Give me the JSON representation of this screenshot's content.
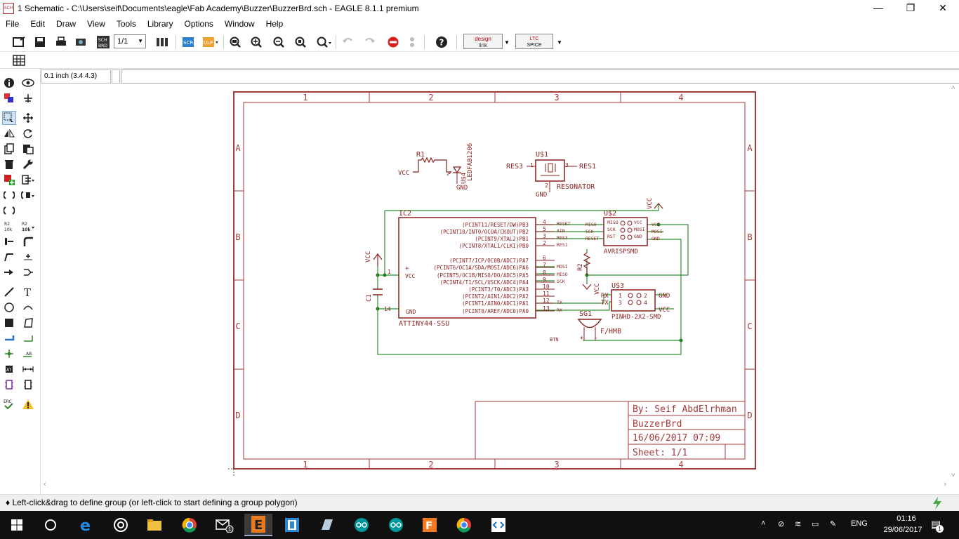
{
  "window": {
    "title": "1 Schematic - C:\\Users\\seif\\Documents\\eagle\\Fab Academy\\Buzzer\\BuzzerBrd.sch - EAGLE 8.1.1 premium",
    "app_icon": "SCH",
    "minimize_glyph": "—",
    "restore_glyph": "❐",
    "close_glyph": "✕"
  },
  "menu": [
    "File",
    "Edit",
    "Draw",
    "View",
    "Tools",
    "Library",
    "Options",
    "Window",
    "Help"
  ],
  "toolbar": {
    "sheet_select": "1/1",
    "designlink_label_1": "design",
    "designlink_label_2": "link",
    "ltspice_label_1": "LTC",
    "ltspice_label_2": "SPICE"
  },
  "command": {
    "coordinates": "0.1 inch (3.4 4.3)",
    "input_value": ""
  },
  "schematic": {
    "frame_cols": [
      "1",
      "2",
      "3",
      "4"
    ],
    "frame_rows": [
      "A",
      "B",
      "C",
      "D"
    ],
    "titleblock": {
      "author": "By: Seif AbdElrhman",
      "design": "BuzzerBrd",
      "date": "16/06/2017 07:09",
      "sheet": "Sheet: 1/1"
    },
    "r1": {
      "name": "R1",
      "vcc": "VCC"
    },
    "led": {
      "name": "U$4",
      "part": "LEDFAB1206",
      "gnd": "GND"
    },
    "resonator": {
      "name": "U$1",
      "label": "RESONATOR",
      "pin1": "1",
      "pin3": "3",
      "pin2": "2",
      "res3": "RES3",
      "res1": "RES1",
      "gnd": "GND"
    },
    "ic2": {
      "name": "IC2",
      "part": "ATTINY44-SSU",
      "vcc": "VCC",
      "gnd": "GND",
      "pin_vcc": "1",
      "pin_gnd": "14",
      "pins": [
        {
          "label": "(PCINT11/RESET/DW)PB3",
          "num": "4",
          "net": "RESET"
        },
        {
          "label": "(PCINT10/INT0/OC0A/CKOUT)PB2",
          "num": "5",
          "net": "AIN"
        },
        {
          "label": "(PCINT9/XTAL2)PB1",
          "num": "3",
          "net": "RES3"
        },
        {
          "label": "(PCINT8/XTAL1/CLKI)PB0",
          "num": "2",
          "net": "RES1"
        },
        {
          "label": "(PCINT7/ICP/OC0B/ADC7)PA7",
          "num": "6",
          "net": ""
        },
        {
          "label": "(PCINT6/OC1A/SDA/MOSI/ADC6)PA6",
          "num": "7",
          "net": "MOSI"
        },
        {
          "label": "(PCINT5/OC1B/MISO/DO/ADC5)PA5",
          "num": "8",
          "net": "MISO"
        },
        {
          "label": "(PCINT4/T1/SCL/USCK/ADC4)PA4",
          "num": "9",
          "net": "SCK"
        },
        {
          "label": "(PCINT3/T0/ADC3)PA3",
          "num": "10",
          "net": ""
        },
        {
          "label": "(PCINT2/AIN1/ADC2)PA2",
          "num": "11",
          "net": ""
        },
        {
          "label": "(PCINT1/AIN0/ADC1)PA1",
          "num": "12",
          "net": "TX"
        },
        {
          "label": "(PCINT0/AREF/ADC0)PA0",
          "num": "13",
          "net": "RX"
        }
      ]
    },
    "c1": {
      "name": "C1",
      "vcc": "VCC"
    },
    "u2": {
      "name": "U$2",
      "part": "AVRISPSMD",
      "left": [
        "MISO",
        "SCK",
        "RESET"
      ],
      "inner_left": [
        "MISO",
        "SCK",
        "RST"
      ],
      "inner_right": [
        "VCC",
        "MOSI",
        "GND"
      ],
      "right": [
        "VCC",
        "MOSI",
        "GND"
      ],
      "vcc": "VCC"
    },
    "r2": {
      "name": "R2",
      "vcc": "VCC"
    },
    "u3": {
      "name": "U$3",
      "part": "PINHD-2X2-SMD",
      "left": [
        "RX",
        "TX"
      ],
      "pins": [
        "1",
        "2",
        "3",
        "4"
      ],
      "right": [
        "GND",
        "VCC"
      ],
      "vcc": "VCC"
    },
    "sg1": {
      "name": "SG1",
      "part": "F/HMB",
      "plus": "+",
      "minus": "-",
      "btn": "BTN"
    }
  },
  "status": {
    "message": "♦ Left-click&drag to define group (or left-click to start defining a group polygon)"
  },
  "taskbar": {
    "language": "ENG",
    "time": "01:16",
    "date": "29/06/2017",
    "notification_count": "1"
  },
  "colors": {
    "frame": "#a53a3a",
    "symbol": "#8b1f1f",
    "net": "#2f8f2f",
    "junction": "#1f7f1f",
    "accent": "#0078d7"
  }
}
